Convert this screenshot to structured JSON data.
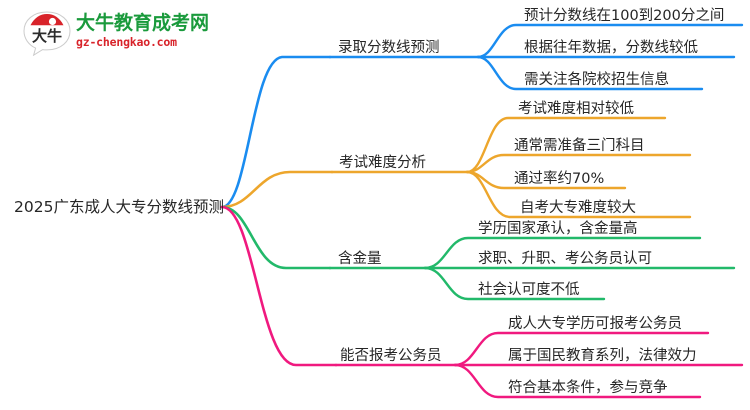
{
  "logo": {
    "mark_text": "大牛",
    "brand_name": "大牛教育成考网",
    "site_url": "gz-chengkao.com",
    "brand_color": "#1a9a3c",
    "url_color": "#d8232a",
    "mark_arc_color": "#d8232a"
  },
  "mindmap": {
    "root": {
      "label": "2025广东成人大专分数线预测"
    },
    "branches": [
      {
        "label": "录取分数线预测",
        "color": "#1a8cf0",
        "children": [
          {
            "label": "预计分数线在100到200分之间"
          },
          {
            "label": "根据往年数据，分数线较低"
          },
          {
            "label": "需关注各院校招生信息"
          }
        ]
      },
      {
        "label": "考试难度分析",
        "color": "#eda62c",
        "children": [
          {
            "label": "考试难度相对较低"
          },
          {
            "label": "通常需准备三门科目"
          },
          {
            "label": "通过率约70%"
          },
          {
            "label": "自考大专难度较大"
          }
        ]
      },
      {
        "label": "含金量",
        "color": "#22b96a",
        "children": [
          {
            "label": "学历国家承认，含金量高"
          },
          {
            "label": "求职、升职、考公务员认可"
          },
          {
            "label": "社会认可度不低"
          }
        ]
      },
      {
        "label": "能否报考公务员",
        "color": "#f0197f",
        "children": [
          {
            "label": "成人大专学历可报考公务员"
          },
          {
            "label": "属于国民教育系列，法律效力"
          },
          {
            "label": "符合基本条件，参与竞争"
          }
        ]
      }
    ]
  }
}
